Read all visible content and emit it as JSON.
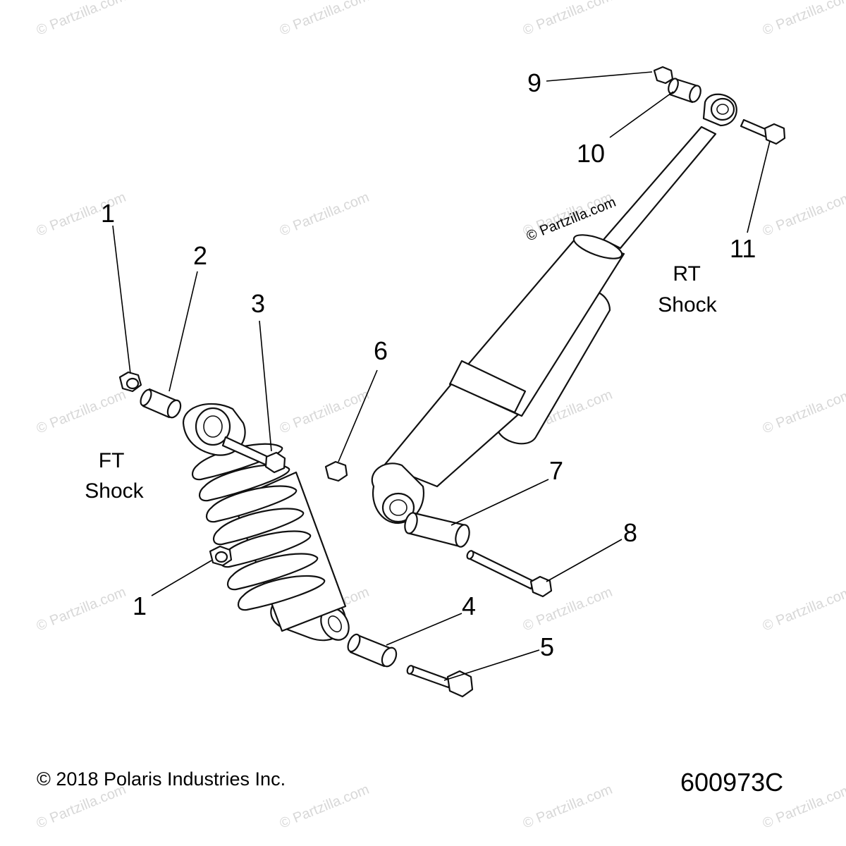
{
  "watermark": {
    "text": "© Partzilla.com"
  },
  "labels": {
    "front": "FT\nShock",
    "rear": "RT\nShock"
  },
  "callouts": [
    "1",
    "2",
    "3",
    "6",
    "1",
    "4",
    "5",
    "7",
    "8",
    "9",
    "10",
    "11"
  ],
  "footer": {
    "copyright": "© 2018 Polaris Industries Inc.",
    "drawing_number": "600973C"
  }
}
